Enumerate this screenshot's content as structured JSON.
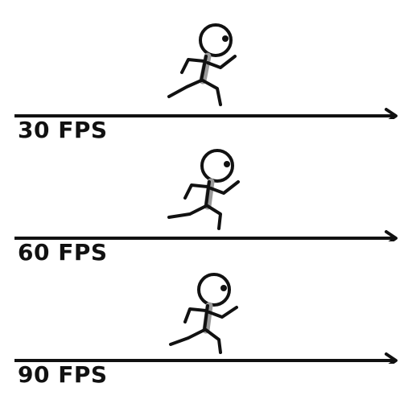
{
  "panels": [
    {
      "label": "30 FPS"
    },
    {
      "label": "60 FPS"
    },
    {
      "label": "90 FPS"
    }
  ],
  "icons": {
    "runner": "running-figure-icon",
    "arrow": "arrow-right-icon"
  },
  "colors": {
    "ink": "#111111",
    "shade": "#9a9a9a",
    "background": "#ffffff"
  }
}
